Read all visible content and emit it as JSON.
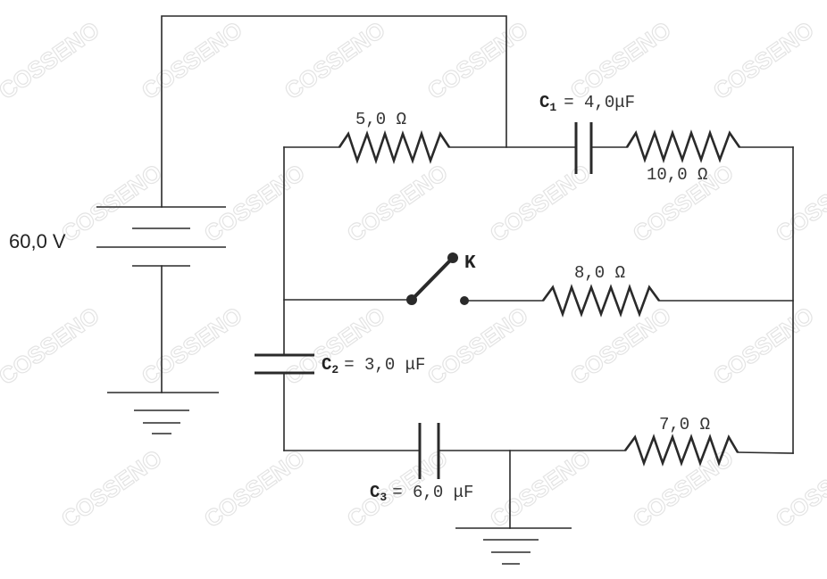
{
  "watermark": {
    "text": "COSSENO"
  },
  "battery": {
    "voltage_label": "60,0 V"
  },
  "resistors": {
    "r1": {
      "label": "5,0 Ω"
    },
    "r2": {
      "label": "10,0 Ω"
    },
    "r3": {
      "label": "8,0 Ω"
    },
    "r4": {
      "label": "7,0 Ω"
    }
  },
  "capacitors": {
    "c1": {
      "symbol": "C",
      "subscript": "1",
      "value": "= 4,0μF"
    },
    "c2": {
      "symbol": "C",
      "subscript": "2",
      "value": "= 3,0 μF"
    },
    "c3": {
      "symbol": "C",
      "subscript": "3",
      "value": "= 6,0 μF"
    }
  },
  "switch": {
    "label": "K"
  }
}
